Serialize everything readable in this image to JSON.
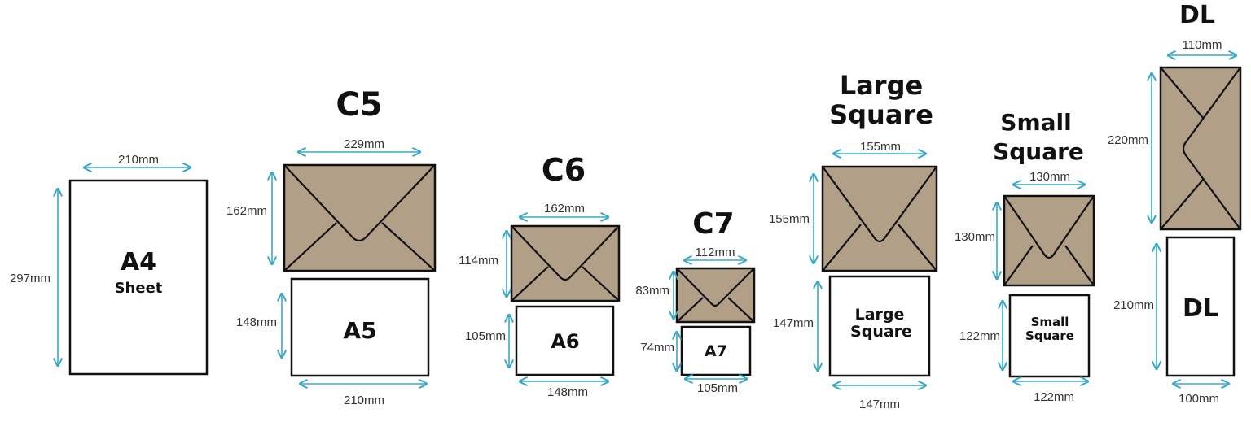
{
  "colors": {
    "arrow": "#3aa8c8",
    "envelope": "#b29f87",
    "outline": "#111111"
  },
  "a4": {
    "label": "A4",
    "sublabel": "Sheet",
    "width": "210mm",
    "height": "297mm"
  },
  "c5": {
    "title": "C5",
    "width": "229mm",
    "height": "162mm"
  },
  "a5": {
    "label": "A5",
    "width": "210mm",
    "height": "148mm"
  },
  "c6": {
    "title": "C6",
    "width": "162mm",
    "height": "114mm"
  },
  "a6": {
    "label": "A6",
    "width": "148mm",
    "height": "105mm"
  },
  "c7": {
    "title": "C7",
    "width": "112mm",
    "height": "83mm"
  },
  "a7": {
    "label": "A7",
    "width": "105mm",
    "height": "74mm"
  },
  "large_square_env": {
    "title_line1": "Large",
    "title_line2": "Square",
    "width": "155mm",
    "height": "155mm"
  },
  "large_square_card": {
    "label_line1": "Large",
    "label_line2": "Square",
    "width": "147mm",
    "height": "147mm"
  },
  "small_square_env": {
    "title_line1": "Small",
    "title_line2": "Square",
    "width": "130mm",
    "height": "130mm"
  },
  "small_square_card": {
    "label_line1": "Small",
    "label_line2": "Square",
    "width": "122mm",
    "height": "122mm"
  },
  "dl_env": {
    "title": "DL",
    "width": "110mm",
    "height": "220mm"
  },
  "dl_card": {
    "label": "DL",
    "width": "100mm",
    "height": "210mm"
  }
}
